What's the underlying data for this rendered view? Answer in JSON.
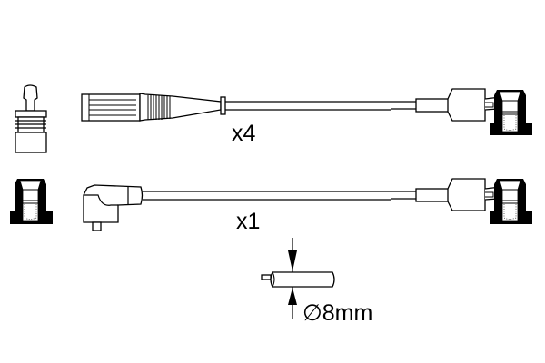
{
  "diagram": {
    "labels": {
      "quantity_top": "x4",
      "quantity_bottom": "x1",
      "diameter": "∅8mm"
    },
    "colors": {
      "line": "#000000",
      "background": "#ffffff"
    }
  }
}
